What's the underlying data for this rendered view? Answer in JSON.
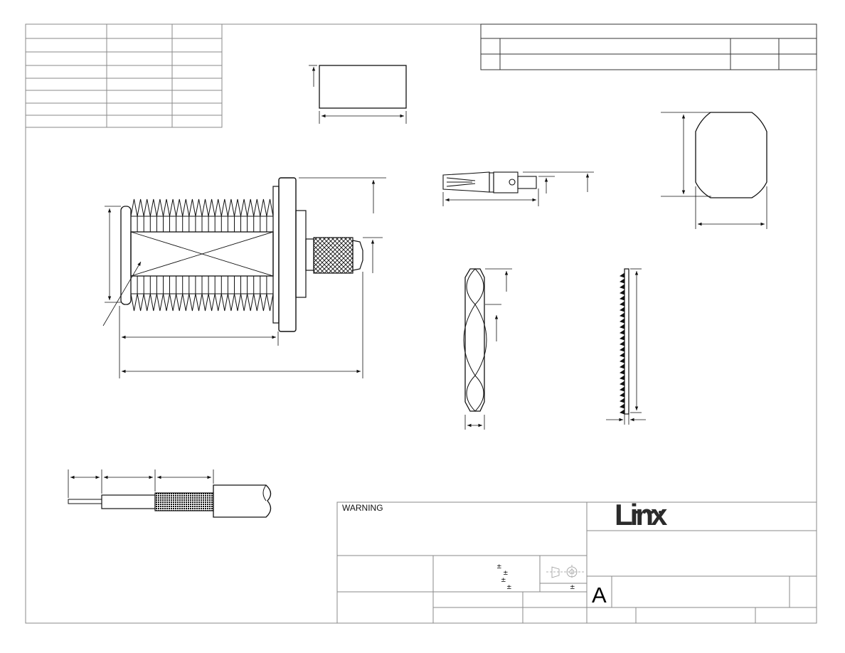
{
  "title_block": {
    "warning_label": "WARNING",
    "revision": "A",
    "logo": "Linx",
    "tolerance_symbol": "±"
  },
  "parts_table": {
    "rows": 8,
    "columns": 3,
    "cells": []
  },
  "revision_table": {
    "rows": 3,
    "cells": []
  },
  "views": [
    "connector-side-view",
    "insulator-front-view",
    "contact-pin-view",
    "flange-end-view",
    "hex-nut-side-view",
    "lock-washer-side-view",
    "cable-strip-view",
    "third-angle-projection-symbol"
  ],
  "colors": {
    "line": "#1a1a1a",
    "border": "#8a8a8a",
    "logo": "#2b2b2b"
  }
}
